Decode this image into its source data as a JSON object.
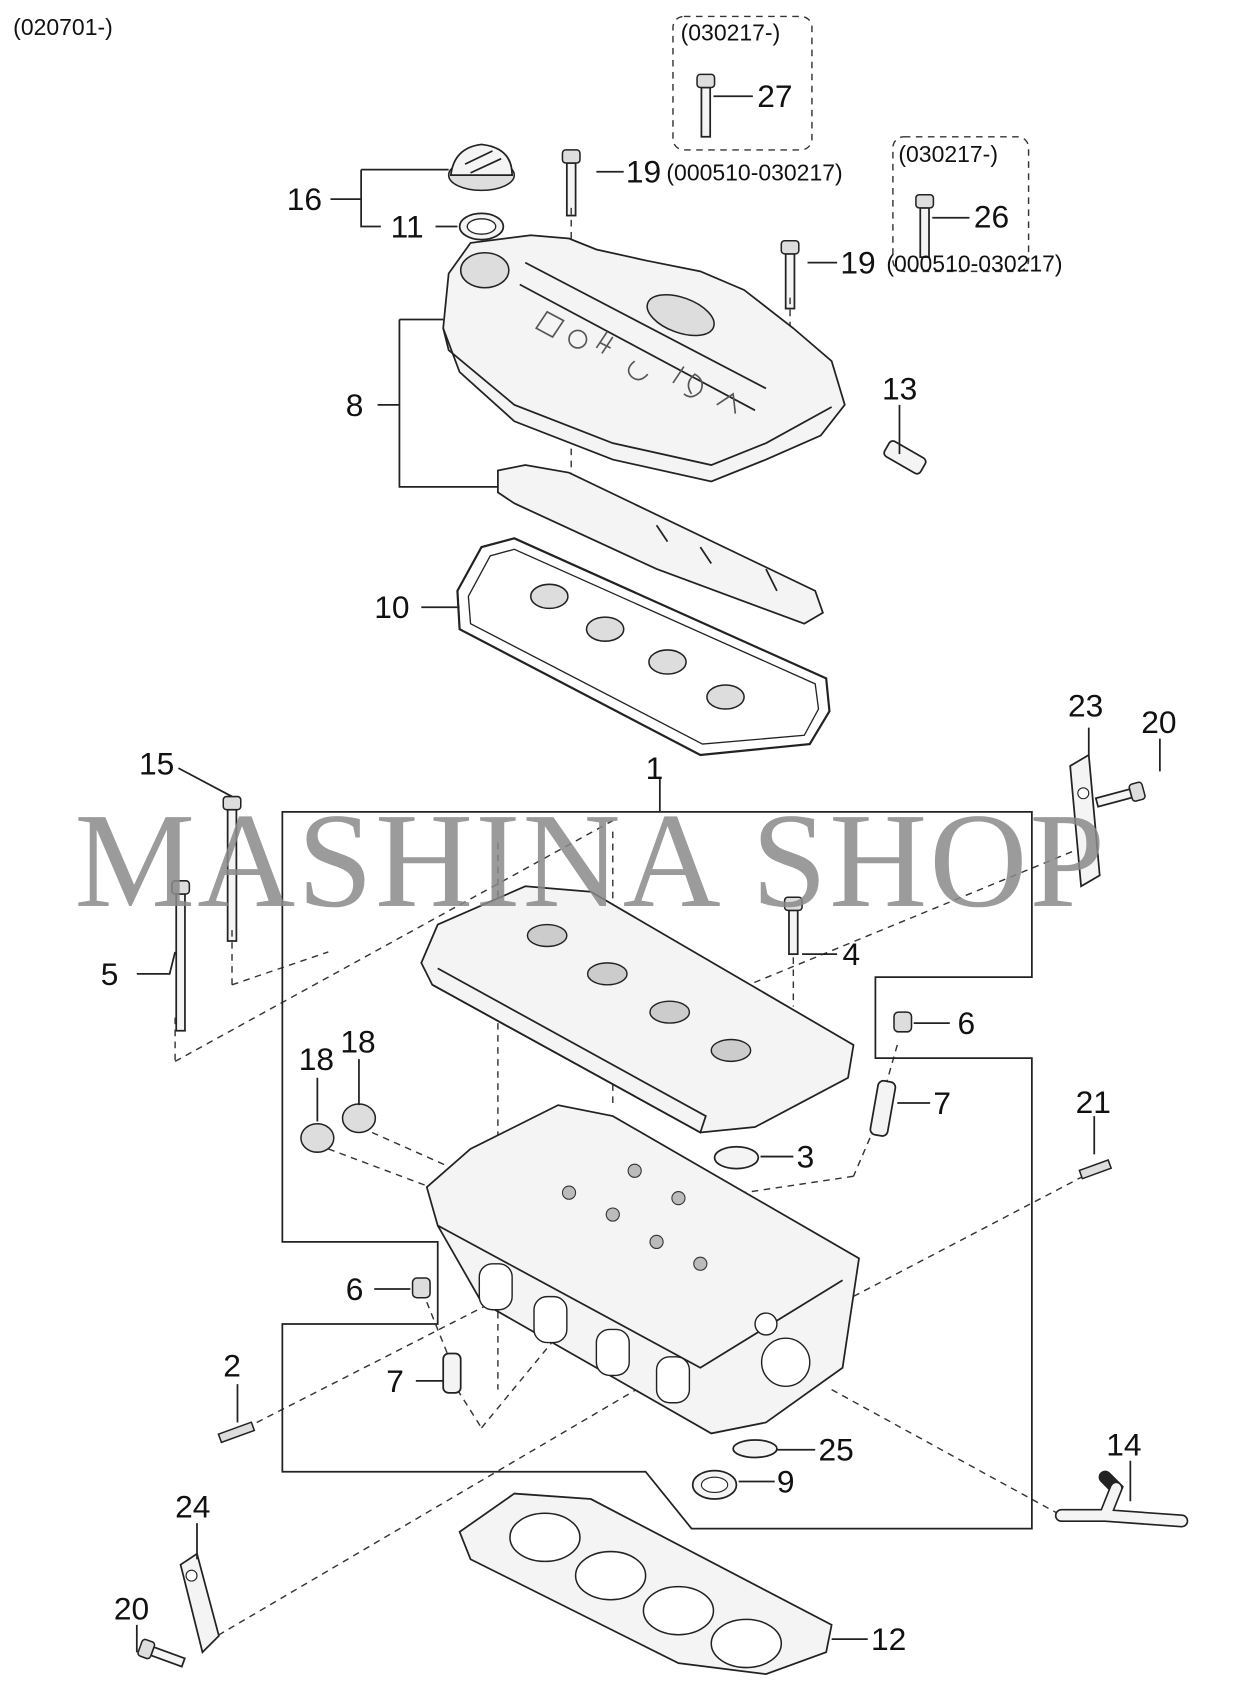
{
  "diagram": {
    "variant_code": "(020701-)",
    "watermark": "MASHINA SHOP",
    "boxes": [
      {
        "code": "(030217-)",
        "part": "27"
      },
      {
        "code": "(030217-)",
        "part": "26"
      }
    ],
    "callouts": {
      "p1": "1",
      "p2": "2",
      "p3": "3",
      "p4": "4",
      "p5": "5",
      "p6a": "6",
      "p6b": "6",
      "p7a": "7",
      "p7b": "7",
      "p8": "8",
      "p9": "9",
      "p10": "10",
      "p11": "11",
      "p12": "12",
      "p13": "13",
      "p14": "14",
      "p15": "15",
      "p16": "16",
      "p18a": "18",
      "p18b": "18",
      "p19a": "19",
      "p19b": "19",
      "p20a": "20",
      "p20b": "20",
      "p21": "21",
      "p23": "23",
      "p24": "24",
      "p25": "25"
    },
    "p19a_range": "(000510-030217)",
    "p19b_range": "(000510-030217)"
  }
}
